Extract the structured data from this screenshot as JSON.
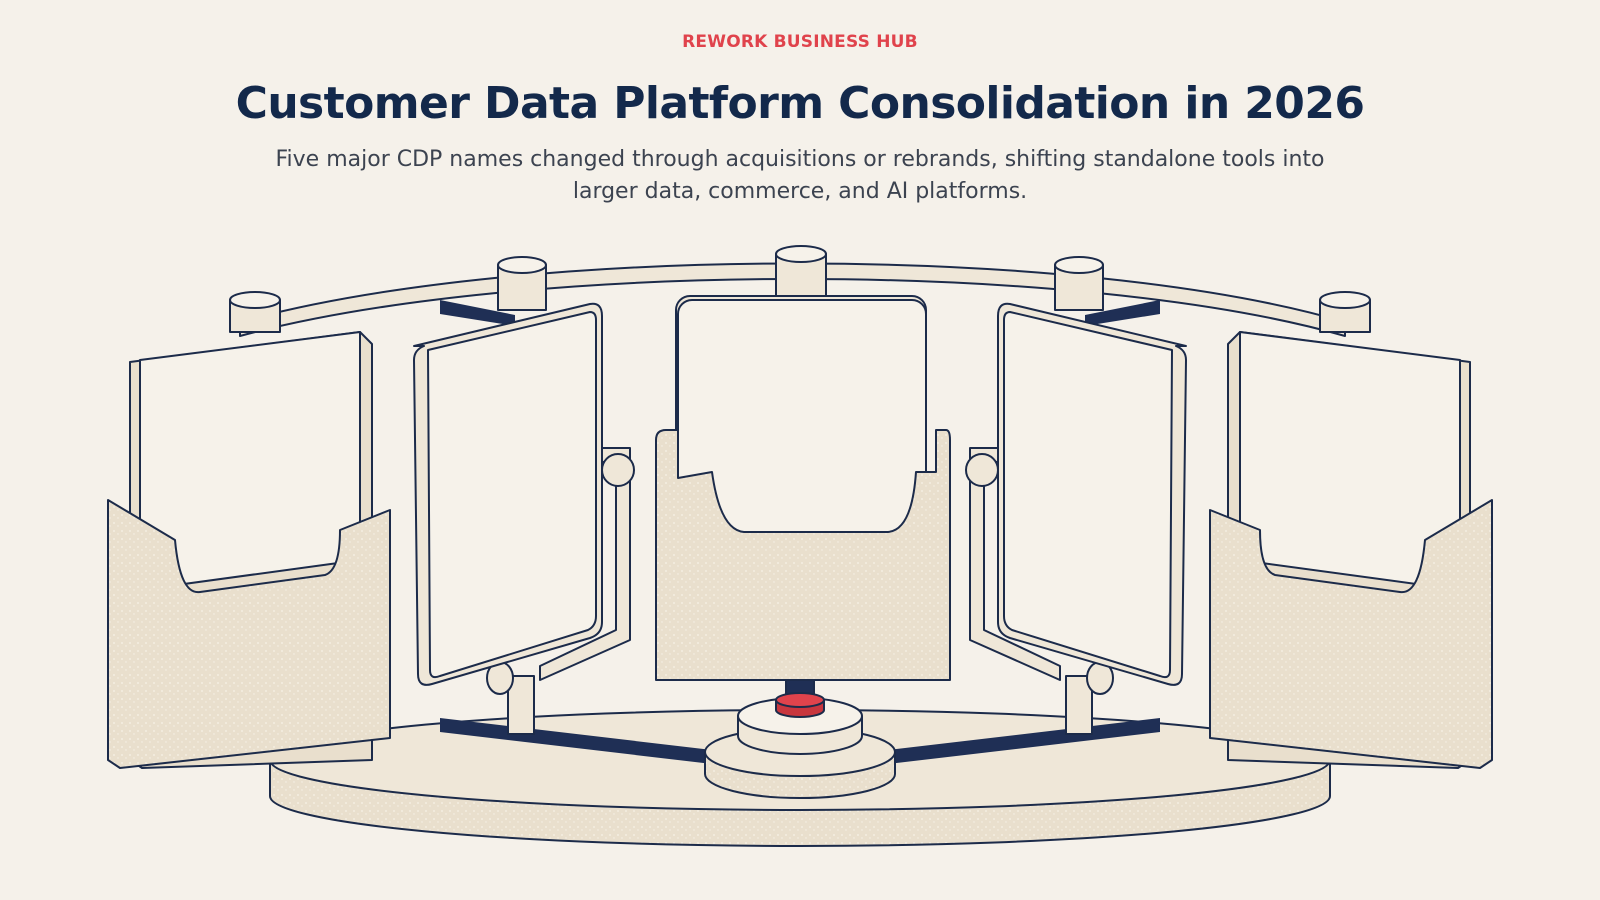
{
  "header": {
    "brand": "REWORK BUSINESS HUB",
    "title": "Customer Data Platform Consolidation in 2026",
    "subtitle": "Five major CDP names changed through acquisitions or rebrands, shifting standalone tools into larger data, commerce, and AI platforms."
  },
  "illustration": {
    "description_icon": "rotating-panel-carousel",
    "panel_count": 5,
    "colors": {
      "background": "#f5f1ea",
      "outline": "#1c2b4a",
      "fill": "#e9dfcd",
      "card": "#f6f2ea",
      "accent": "#e0434c",
      "arm": "#1f2f55"
    }
  }
}
